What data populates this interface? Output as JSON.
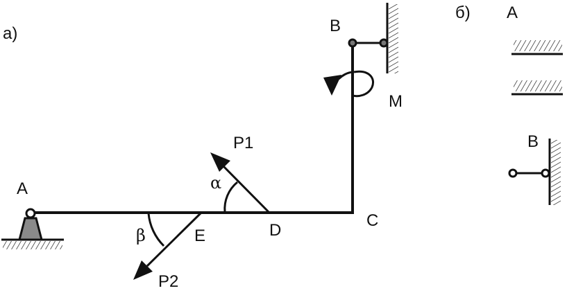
{
  "figure_a": {
    "tag": "а)",
    "points": {
      "A": "A",
      "B": "B",
      "C": "C",
      "D": "D",
      "E": "E"
    },
    "forces": {
      "p1": "P1",
      "p2": "P2"
    },
    "moment": "M",
    "angles": {
      "alpha": "α",
      "beta": "β"
    }
  },
  "figure_b": {
    "tag": "б)",
    "support_a_label": "A",
    "support_b_label": "B"
  },
  "colors": {
    "ink": "#111111",
    "support_fill": "#8a8a8a"
  }
}
